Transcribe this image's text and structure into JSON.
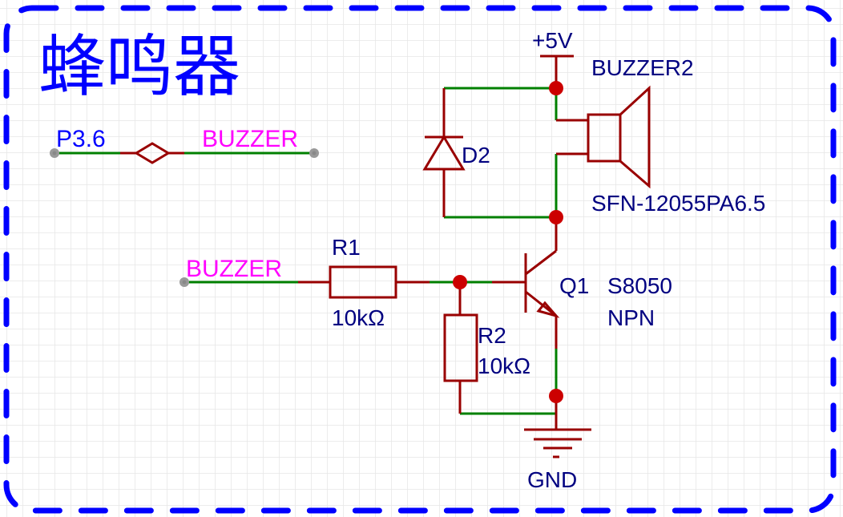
{
  "title": "蜂鸣器",
  "colors": {
    "frame": "#0000ff",
    "title": "#0000ff",
    "wire": "#008000",
    "component": "#990000",
    "junction": "#cc0000",
    "designator": "#000080",
    "netlabel": "#ff00ff",
    "netport_blue": "#0000ff",
    "pin_end": "#999999",
    "grid": "#e6e6e6"
  },
  "net_connector": {
    "left_label": "P3.6",
    "right_label": "BUZZER"
  },
  "input_net_label": "BUZZER",
  "power": {
    "label": "+5V"
  },
  "ground": {
    "label": "GND"
  },
  "components": {
    "r1": {
      "designator": "R1",
      "value": "10kΩ"
    },
    "r2": {
      "designator": "R2",
      "value": "10kΩ"
    },
    "d2": {
      "designator": "D2"
    },
    "q1": {
      "designator": "Q1",
      "part": "S8050",
      "type": "NPN"
    },
    "buzzer": {
      "designator": "BUZZER2",
      "part": "SFN-12055PA6.5"
    }
  }
}
